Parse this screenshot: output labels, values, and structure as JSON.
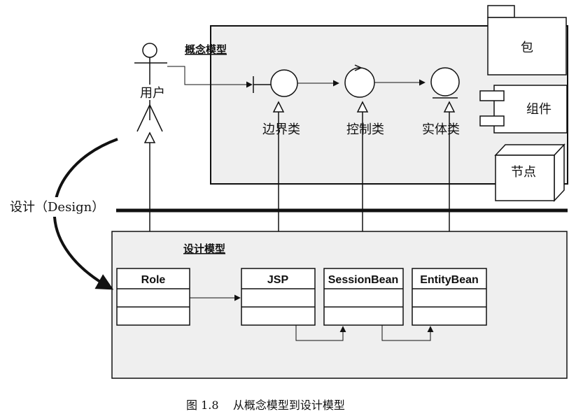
{
  "conceptual_model": {
    "title": "概念模型",
    "actor_label": "用户",
    "boundary_label": "边界类",
    "control_label": "控制类",
    "entity_label": "实体类",
    "package_label": "包",
    "component_label": "组件",
    "node_label": "节点"
  },
  "design_arrow_label": "设计（Design）",
  "design_model": {
    "title": "设计模型",
    "classes": [
      "Role",
      "JSP",
      "SessionBean",
      "EntityBean"
    ]
  },
  "caption": "图 1.8    从概念模型到设计模型",
  "colors": {
    "panel_fill": "#efefef",
    "line": "#111111",
    "background": "#ffffff"
  }
}
